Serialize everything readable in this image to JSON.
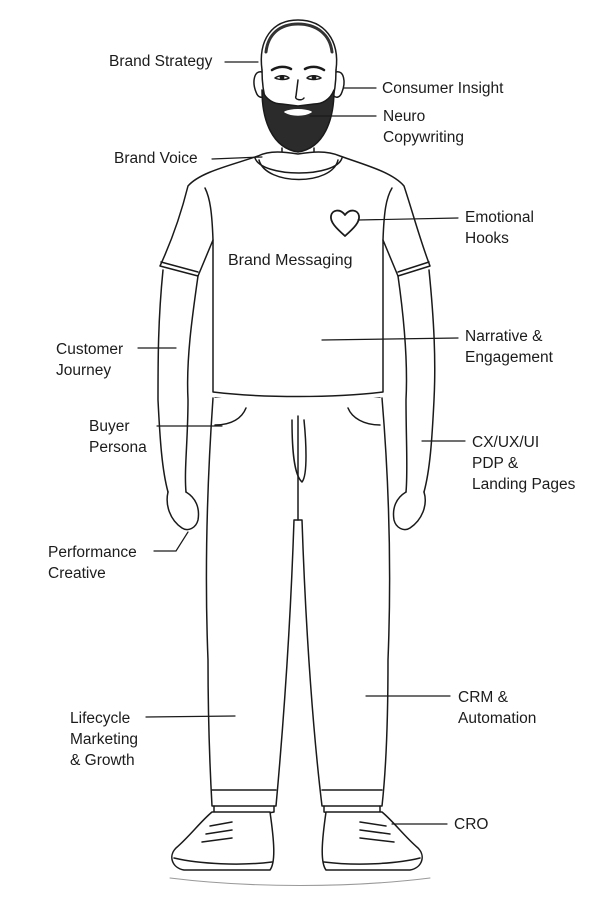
{
  "shirt_text": "Brand Messaging",
  "labels": {
    "brand_strategy": [
      "Brand Strategy"
    ],
    "consumer_insight": [
      "Consumer Insight"
    ],
    "neuro_copywriting": [
      "Neuro",
      "Copywriting"
    ],
    "brand_voice": [
      "Brand Voice"
    ],
    "emotional_hooks": [
      "Emotional",
      "Hooks"
    ],
    "customer_journey": [
      "Customer",
      "Journey"
    ],
    "narrative_engagement": [
      "Narrative &",
      "Engagement"
    ],
    "buyer_persona": [
      "Buyer",
      "Persona"
    ],
    "cx_ux_ui": [
      "CX/UX/UI",
      "PDP &",
      "Landing Pages"
    ],
    "performance_creative": [
      "Performance",
      "Creative"
    ],
    "lifecycle_marketing": [
      "Lifecycle",
      "Marketing",
      "& Growth"
    ],
    "crm_automation": [
      "CRM &",
      "Automation"
    ],
    "cro": [
      "CRO"
    ]
  },
  "icons": [
    "heart-icon",
    "belt-buckle-icon",
    "beard-icon",
    "sneaker-icon"
  ],
  "colors": {
    "line": "#1a1a1a",
    "text": "#1c1c1c"
  }
}
